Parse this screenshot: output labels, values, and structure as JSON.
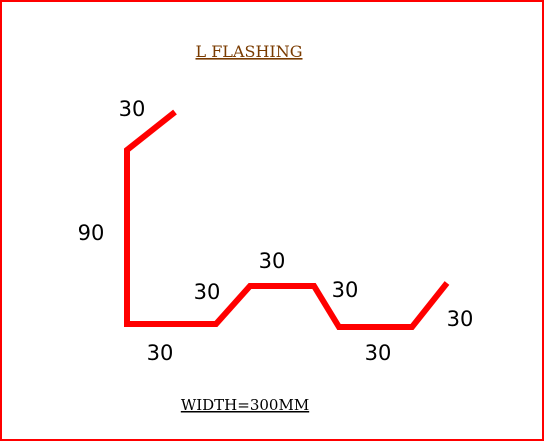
{
  "title": "L  FLASHING",
  "footer": "WIDTH=300MM",
  "dimensions": {
    "top_lip": "30",
    "vertical": "90",
    "bottom_left": "30",
    "rise_left": "30",
    "rib_top": "30",
    "rise_right": "30",
    "bottom_right": "30",
    "end_lip": "30"
  },
  "colors": {
    "border": "#ff0000",
    "profile": "#ff0000",
    "title": "#7a3b00",
    "text": "#000000",
    "background": "#ffffff"
  }
}
